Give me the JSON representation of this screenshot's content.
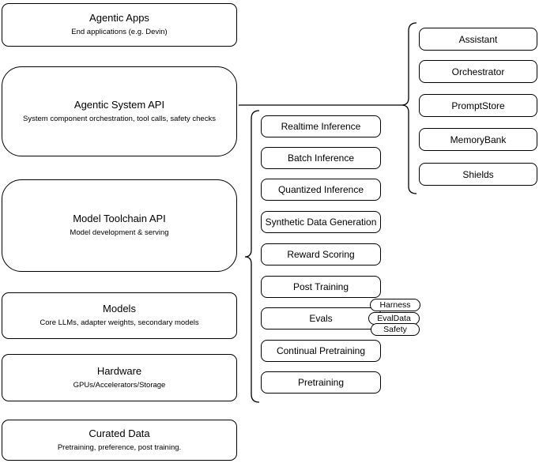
{
  "left_stack": [
    {
      "title": "Agentic Apps",
      "subtitle": "End applications (e.g. Devin)"
    },
    {
      "title": "Agentic System API",
      "subtitle": "System component orchestration, tool calls, safety checks"
    },
    {
      "title": "Model Toolchain API",
      "subtitle": "Model development & serving"
    },
    {
      "title": "Models",
      "subtitle": "Core LLMs, adapter weights, secondary models"
    },
    {
      "title": "Hardware",
      "subtitle": "GPUs/Accelerators/Storage"
    },
    {
      "title": "Curated Data",
      "subtitle": "Pretraining, preference, post training."
    }
  ],
  "toolchain": {
    "items": [
      "Realtime Inference",
      "Batch Inference",
      "Quantized Inference",
      "Synthetic Data Generation",
      "Reward Scoring",
      "Post Training",
      "Evals",
      "Continual Pretraining",
      "Pretraining"
    ]
  },
  "eval_tags": [
    "Harness",
    "EvalData",
    "Safety"
  ],
  "components": {
    "items": [
      "Assistant",
      "Orchestrator",
      "PromptStore",
      "MemoryBank",
      "Shields"
    ]
  },
  "colors": {
    "stroke": "#000000",
    "fill": "#ffffff",
    "text": "#000000"
  }
}
